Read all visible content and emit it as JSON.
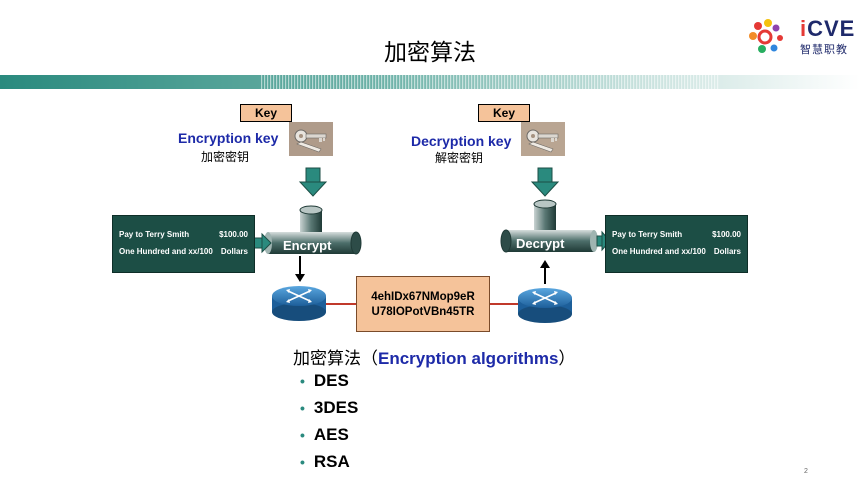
{
  "slide": {
    "title": "加密算法",
    "page_number": "2"
  },
  "logo": {
    "icon_name": "icve-flower-logo-icon",
    "text_prefix": "i",
    "text_main": "CVE",
    "subtitle": "智慧职教"
  },
  "diagram": {
    "encrypt_side": {
      "key_box": "Key",
      "key_label": "Encryption key",
      "key_label_cn": "加密密钥",
      "cylinder_label": "Encrypt",
      "message": {
        "line1_left": "Pay to Terry Smith",
        "line1_right": "$100.00",
        "line2_left": "One Hundred and xx/100",
        "line2_right": "Dollars"
      }
    },
    "decrypt_side": {
      "key_box": "Key",
      "key_label": "Decryption key",
      "key_label_cn": "解密密钥",
      "cylinder_label": "Decrypt",
      "message": {
        "line1_left": "Pay to Terry Smith",
        "line1_right": "$100.00",
        "line2_left": "One Hundred and xx/100",
        "line2_right": "Dollars"
      }
    },
    "ciphertext": {
      "line1": "4ehIDx67NMop9eR",
      "line2": "U78IOPotVBn45TR"
    }
  },
  "algorithms": {
    "title_cn": "加密算法（",
    "title_en": "Encryption algorithms",
    "title_close": "）",
    "bullet": "•",
    "items": [
      "DES",
      "3DES",
      "AES",
      "RSA"
    ]
  },
  "colors": {
    "teal": "#2a8a7e",
    "dark_green": "#1c4e45",
    "key_orange": "#f5c39a",
    "blue_label": "#1d2aa8",
    "router_blue": "#2b7bbf",
    "link_red": "#c0392b"
  }
}
